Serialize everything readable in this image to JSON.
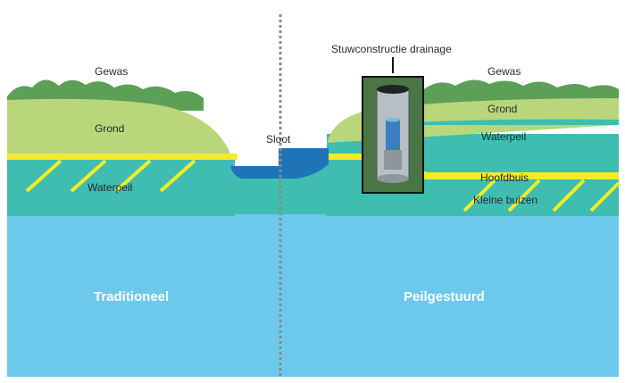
{
  "labels": {
    "left_crop": "Gewas",
    "left_soil": "Grond",
    "left_waterlevel": "Waterpeil",
    "ditch": "Sloot",
    "structure": "Stuwconstructie drainage",
    "right_crop": "Gewas",
    "right_soil": "Grond",
    "right_waterlevel": "Waterpeil",
    "main_pipe": "Hoofdbuis",
    "small_pipes": "Kleine buizen",
    "left_title": "Traditioneel",
    "right_title": "Peilgestuurd"
  },
  "colors": {
    "crop": "#3f8f3a",
    "soil": "#b9d67a",
    "groundwater": "#3fbdb0",
    "deep_water": "#6cc9ec",
    "ditch_water": "#1f74b8",
    "pipe": "#f2ec2a",
    "divider": "#8a8a8a"
  }
}
